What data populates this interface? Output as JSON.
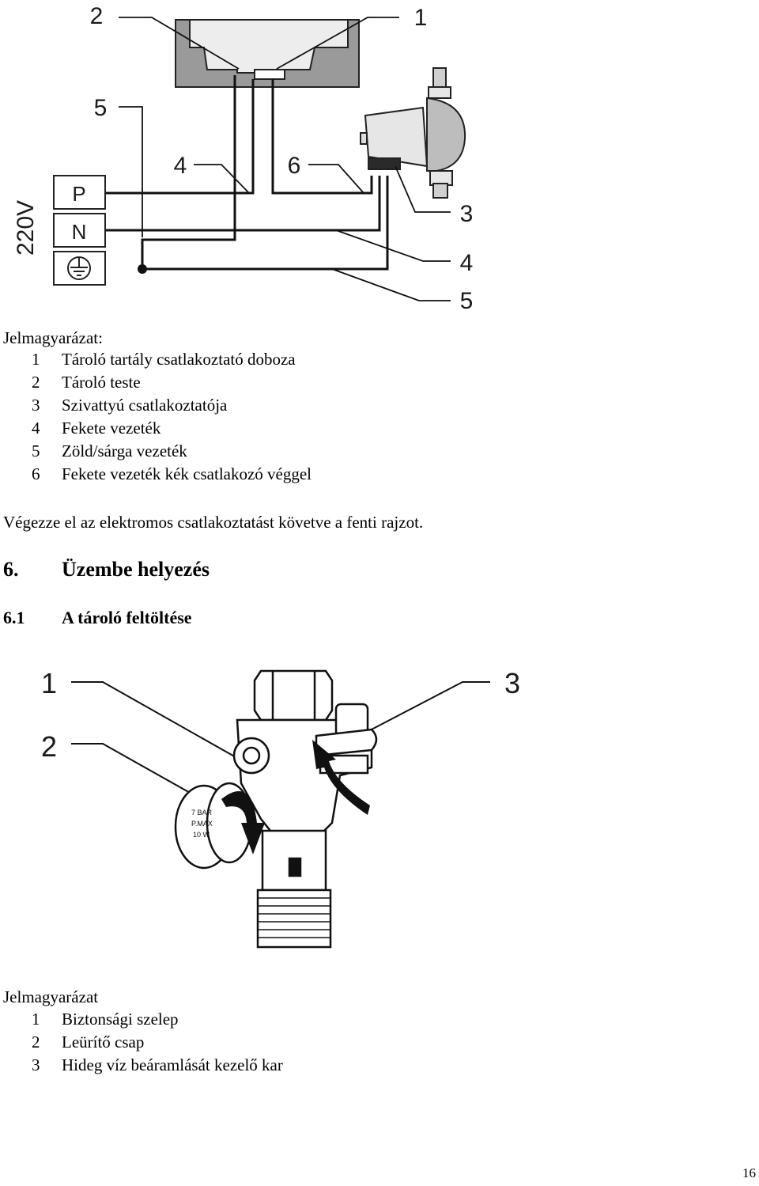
{
  "wiring": {
    "callouts": [
      "2",
      "1",
      "5",
      "4",
      "6",
      "3",
      "4",
      "5"
    ],
    "voltage": "220V",
    "terminals": [
      "P",
      "N"
    ],
    "earth_icon": "earth-ground-icon"
  },
  "legend1": {
    "title": "Jelmagyarázat:",
    "items": [
      {
        "num": "1",
        "text": "Tároló tartály csatlakoztató doboza"
      },
      {
        "num": "2",
        "text": "Tároló teste"
      },
      {
        "num": "3",
        "text": "Szivattyú csatlakoztatója"
      },
      {
        "num": "4",
        "text": "Fekete vezeték"
      },
      {
        "num": "5",
        "text": "Zöld/sárga vezeték"
      },
      {
        "num": "6",
        "text": "Fekete vezeték kék csatlakozó véggel"
      }
    ]
  },
  "instruction": "Végezze el az elektromos csatlakoztatást követve a fenti rajzot.",
  "section": {
    "num": "6.",
    "title": "Üzembe helyezés"
  },
  "subsection": {
    "num": "6.1",
    "title": "A tároló feltöltése"
  },
  "valve": {
    "callouts": [
      "1",
      "2",
      "3"
    ],
    "badge_lines": [
      "7 BAR",
      "P.MAX",
      "10 W"
    ]
  },
  "legend2": {
    "title": "Jelmagyarázat",
    "items": [
      {
        "num": "1",
        "text": "Biztonsági szelep"
      },
      {
        "num": "2",
        "text": "Leürítő csap"
      },
      {
        "num": "3",
        "text": "Hideg víz beáramlását kezelő kar"
      }
    ]
  },
  "page_number": "16"
}
